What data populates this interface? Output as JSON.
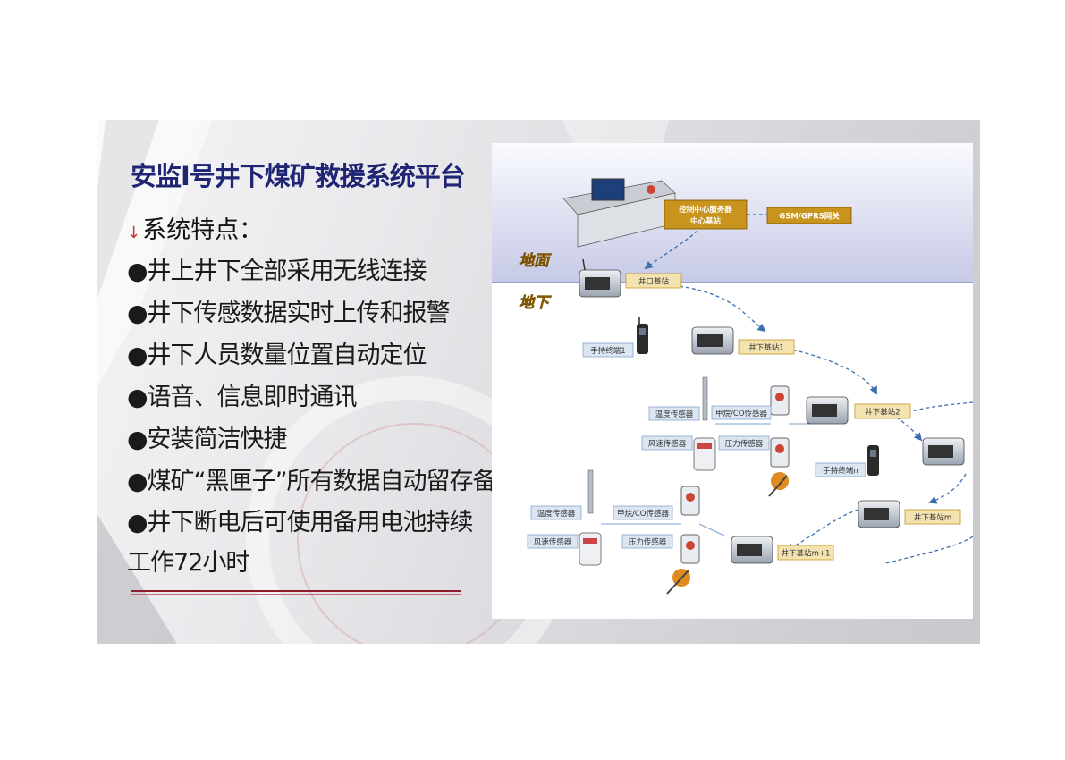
{
  "title": "安监Ⅰ号井下煤矿救援系统平台",
  "subhead": "系统特点：",
  "bullets": [
    "●井上井下全部采用无线连接",
    "●井下传感数据实时上传和报警",
    "●井下人员数量位置自动定位",
    "●语音、信息即时通讯",
    "●安装简洁快捷",
    "●煤矿“黑匣子”所有数据自动留存备案",
    "●井下断电后可使用备用电池持续工作72小时"
  ],
  "diagram": {
    "surface_label": "地面",
    "underground_label": "地下",
    "control_server": [
      "控制中心服务器",
      "中心基站"
    ],
    "gateway": "GSM/GPRS网关",
    "stations": [
      "井口基站",
      "井下基站1",
      "井下基站2",
      "井下基站m",
      "井下基站m+1"
    ],
    "handhelds": [
      "手持终端1",
      "手持终端n"
    ],
    "sensors": [
      "温度传感器",
      "甲烷/CO传感器",
      "风速传感器",
      "压力传感器"
    ]
  }
}
